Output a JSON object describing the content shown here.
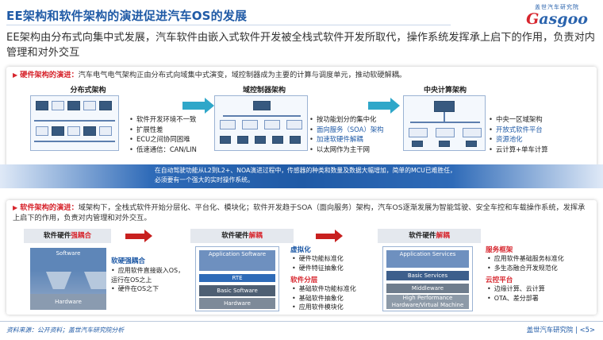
{
  "title": "EE架构和软件架构的演进促进汽车OS的发展",
  "logo": {
    "top": "盖世汽车研究院",
    "word_g": "G",
    "word_rest": "asgoo"
  },
  "intro": "EE架构由分布式向集中式发展，汽车软件由嵌入式软件开发被全栈式软件开发所取代，操作系统发挥承上启下的作用，负责对内管理和对外交互",
  "section1": {
    "label": "硬件架构的演进：",
    "text": "汽车电气电气架构正由分布式向域集中式演变，域控制器成为主要的计算与调度单元，推动软硬解耦。",
    "archs": [
      {
        "title": "分布式架构",
        "bullets": [
          "软件开发环境不一致",
          "扩展性差",
          "ECU之间协同困难",
          "低速通信：CAN/LIN"
        ]
      },
      {
        "title": "域控制器架构",
        "bullets": [
          "按功能划分的集中化",
          "面向服务（SOA）架构",
          "加速软硬件解耦",
          "以太网作为主干网"
        ]
      },
      {
        "title": "中央计算架构",
        "bullets": [
          "中央一区域架构",
          "开放式软件平台",
          "资源池化",
          "云计算+单车计算"
        ]
      }
    ]
  },
  "band_text": "在自动驾驶功能从L2到L2+、NOA演进过程中，传感器的种类和数量及数据大幅增加，简单的MCU已难胜任，必须要有一个强大的实时操作系统。",
  "section2": {
    "label": "软件架构的演进：",
    "text": "域架构下，全栈式软件开始分层化、平台化、模块化；软件开发趋于SOA（面向服务）架构，汽车OS逐渐发展为智能驾驶、安全车控和车载操作系统，发挥承上启下的作用，负责对内管理和对外交互。",
    "stages": [
      {
        "label_prefix": "软件硬件",
        "label_hl": "强耦合",
        "layers": [
          "Software",
          "Hardware"
        ],
        "sub": "软硬强耦合",
        "bullets": [
          "应用软件直接嵌入OS，运行在OS之上",
          "硬件在OS之下"
        ]
      },
      {
        "label_prefix": "软件硬件",
        "label_hl": "解耦",
        "layers": [
          "Application Software",
          "RTE",
          "Basic Software",
          "Hardware"
        ],
        "sub1": "虚拟化",
        "bullets1": [
          "硬件功能标准化",
          "硬件特征抽象化"
        ],
        "sub2": "软件分层",
        "bullets2": [
          "基础软件功能标准化",
          "基础软件抽象化",
          "应用软件模块化"
        ]
      },
      {
        "label_prefix": "软件硬件",
        "label_hl": "解耦",
        "layers": [
          "Application Services",
          "Basic Services",
          "Middleware",
          "High Performance Hardware/Virtual Machine"
        ],
        "sub1": "服务框架",
        "bullets1": [
          "应用软件基础服务标准化",
          "多生态融合开发规范化"
        ],
        "sub2": "云控平台",
        "bullets2": [
          "边缘计算、云计算",
          "OTA、差分部署"
        ]
      }
    ]
  },
  "footer": {
    "source": "资料来源：公开资料；盖世汽车研究院分析",
    "org": "盖世汽车研究院",
    "page": "| <5>"
  },
  "colors": {
    "accent": "#1f5aa6",
    "red": "#d7262e",
    "teal": "#2fa7c9"
  }
}
